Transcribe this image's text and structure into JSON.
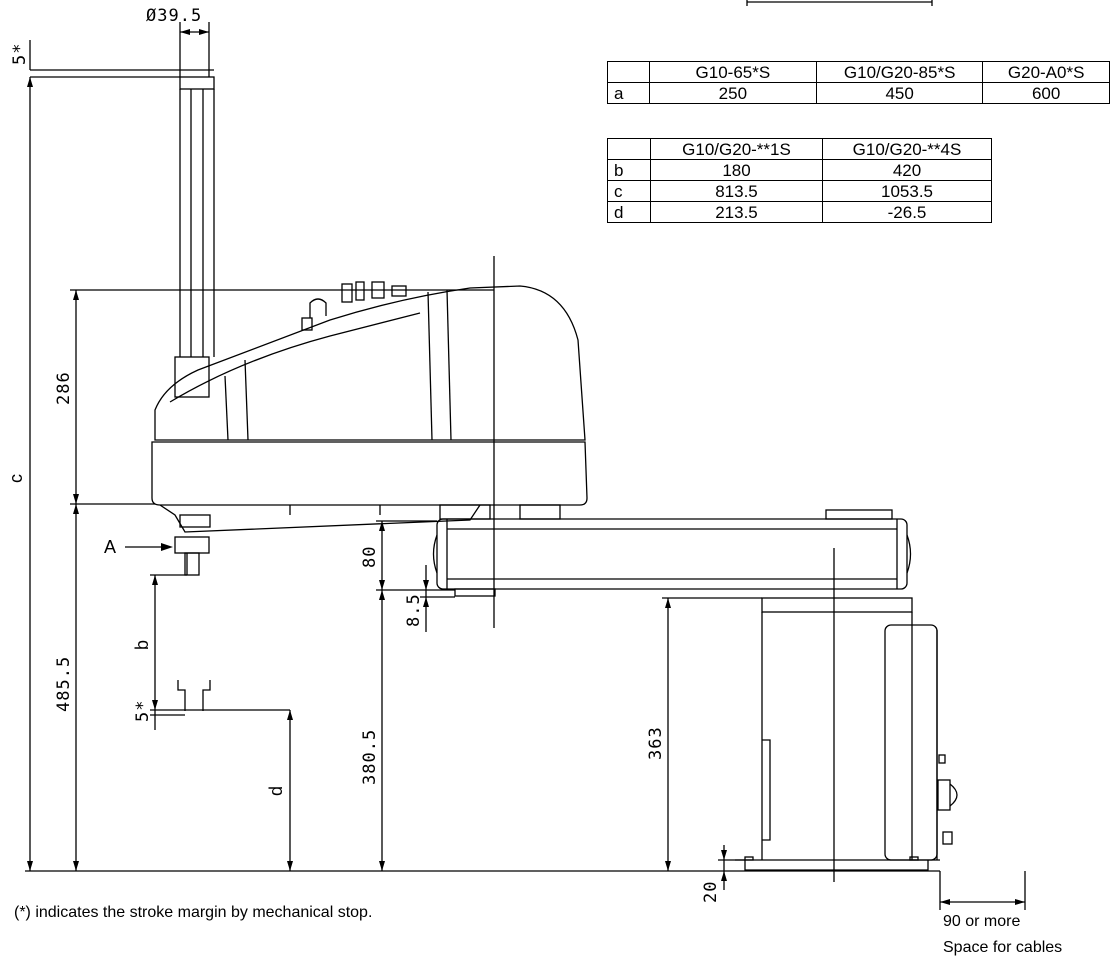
{
  "dimensions": {
    "shaft_diameter": "Ø39.5",
    "top_margin": "5*",
    "height_286": "286",
    "c_label": "c",
    "h_485": "485.5",
    "a_arrow": "A",
    "b_label": "b",
    "lower_margin": "5*",
    "d_label": "d",
    "h_80": "80",
    "h_8_5": "8.5",
    "h_380": "380.5",
    "h_363": "363",
    "h_20": "20"
  },
  "table_arm": {
    "headers": [
      "",
      "G10-65*S",
      "G10/G20-85*S",
      "G20-A0*S"
    ],
    "rows": [
      [
        "a",
        "250",
        "450",
        "600"
      ]
    ]
  },
  "table_stroke": {
    "headers": [
      "",
      "G10/G20-**1S",
      "G10/G20-**4S"
    ],
    "rows": [
      [
        "b",
        "180",
        "420"
      ],
      [
        "c",
        "813.5",
        "1053.5"
      ],
      [
        "d",
        "213.5",
        "-26.5"
      ]
    ]
  },
  "notes": {
    "stroke_margin": "(*) indicates the stroke margin by mechanical stop.",
    "cable_clearance": "90 or more",
    "cable_space": "Space for cables"
  }
}
